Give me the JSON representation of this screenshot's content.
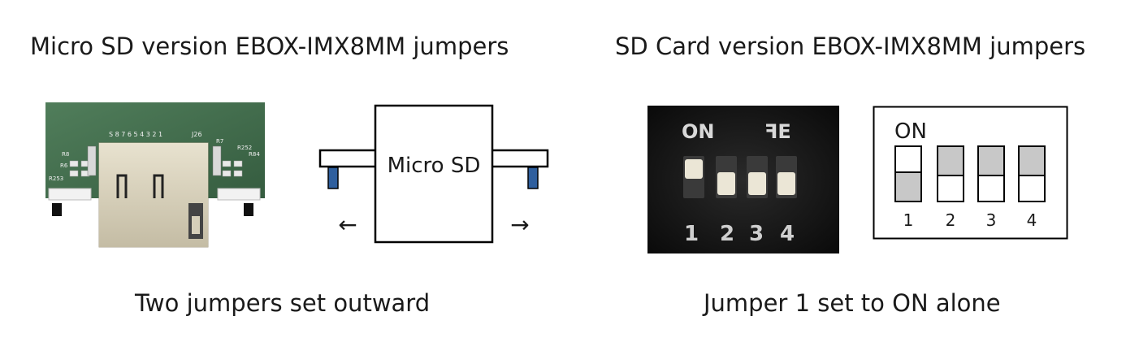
{
  "left": {
    "title": "Micro SD version EBOX-IMX8MM jumpers",
    "caption": "Two jumpers set outward",
    "diagram_label": "Micro SD",
    "arrow_left": "←",
    "arrow_right": "→",
    "photo_silk": {
      "header": "S 8 7 6 5 4 3 2 1",
      "j26": "J26",
      "r8": "R8",
      "r6": "R6",
      "r253": "R253",
      "r7": "R7",
      "r252": "R252",
      "r84": "R84"
    }
  },
  "right": {
    "title": "SD Card version EBOX-IMX8MM jumpers",
    "caption": "Jumper 1 set to ON alone",
    "photo": {
      "on_label": "ON",
      "logo_mark": "ꟻE",
      "numbers": [
        "1",
        "2",
        "3",
        "4"
      ]
    },
    "diagram": {
      "on_label": "ON",
      "numbers": [
        "1",
        "2",
        "3",
        "4"
      ]
    }
  },
  "colors": {
    "pcb_green": "#3f6b4a",
    "sd_slot": "#d6cfb9",
    "jumper_blue": "#2f5f9e",
    "switch_gray": "#c8c8c8",
    "photo_black": "#141414"
  }
}
